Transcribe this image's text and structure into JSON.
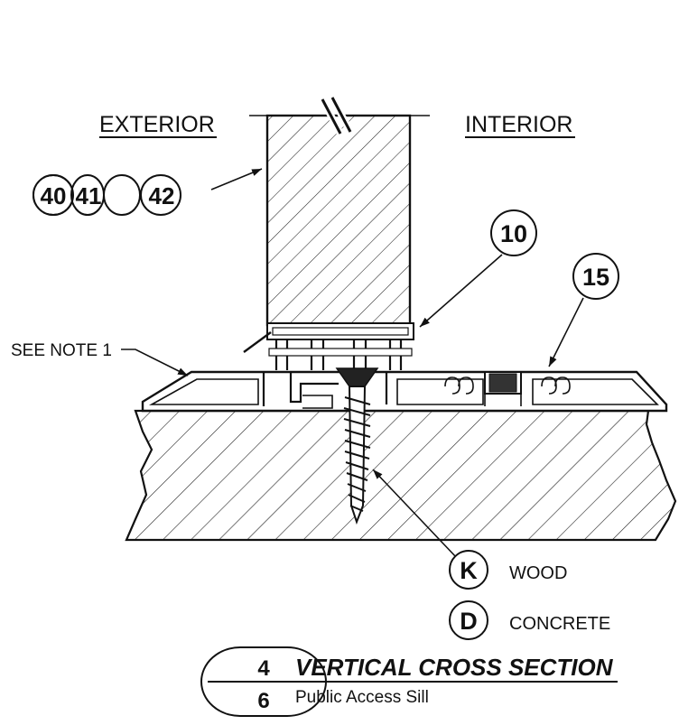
{
  "labels": {
    "exterior": "EXTERIOR",
    "interior": "INTERIOR",
    "see_note": "SEE NOTE 1"
  },
  "balloons": {
    "glass_1": "40",
    "glass_2": "41",
    "glass_3": "42",
    "setting_block": "10",
    "sill": "15",
    "fastener_wood": "K",
    "fastener_concrete": "D"
  },
  "fastener_legend": {
    "wood": "WOOD",
    "concrete": "CONCRETE"
  },
  "title_block": {
    "detail_number": "4",
    "sheet_number": "6",
    "title": "VERTICAL CROSS SECTION",
    "subtitle": "Public Access Sill"
  }
}
